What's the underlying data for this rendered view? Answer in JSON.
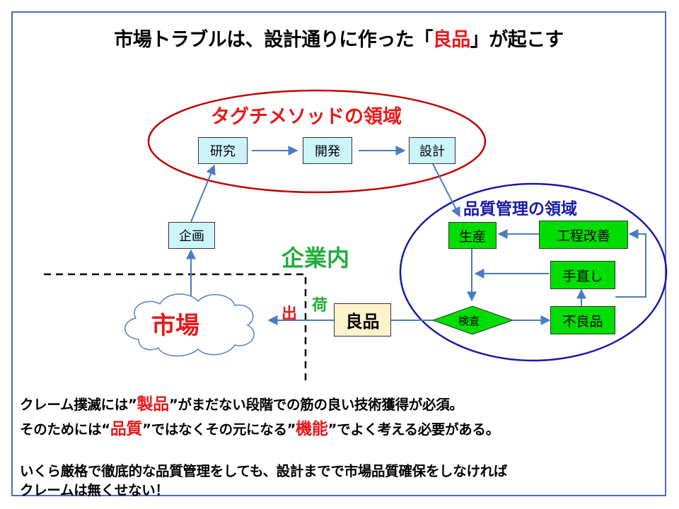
{
  "title": {
    "pre": "市場トラブルは、設計通りに作った「",
    "highlight": "良品",
    "post": "」が起こす"
  },
  "taguchi_region": "タグチメソッドの領域",
  "qc_region": "品質管理の領域",
  "inside_company": "企業内",
  "boxes": {
    "research": "研究",
    "development": "開発",
    "design": "設計",
    "planning": "企画",
    "production": "生産",
    "process_improvement": "工程改善",
    "rework": "手直し",
    "inspection": "検査",
    "defective": "不良品",
    "good": "良品"
  },
  "market": "市場",
  "shipment": {
    "a": "出",
    "b": "荷"
  },
  "notes": {
    "line1": {
      "a": "クレーム撲滅には”",
      "b": "製品",
      "c": "”がまだない段階での筋の良い技術獲得が必須。"
    },
    "line2": {
      "a": "そのためには“",
      "b": "品質",
      "c": "”ではなくその元になる”",
      "d": "機能",
      "e": "”でよく考える必要がある。"
    },
    "line3": "いくら厳格で徹底的な品質管理をしても、設計までで市場品質確保をしなければ",
    "line4": "クレームは無くせない！"
  },
  "colors": {
    "red": "#e8191b",
    "navy": "#1a1aa6",
    "green_text": "#1fae3a",
    "arrow": "#4a7bc4",
    "box_green": "#00dd00",
    "box_cyan": "#ccf5fa"
  }
}
